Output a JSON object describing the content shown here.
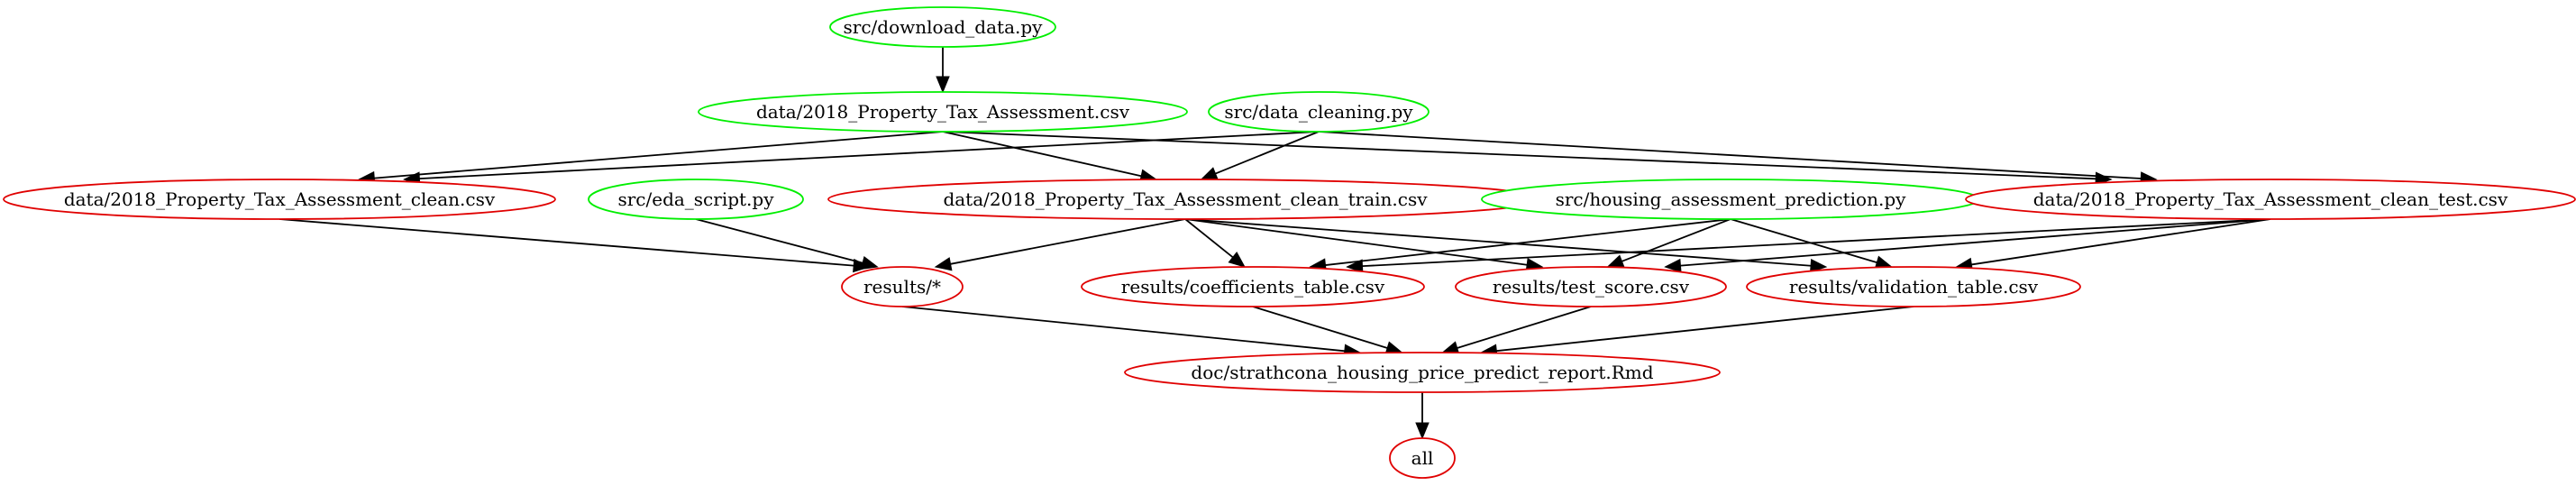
{
  "colors": {
    "source_script": "#00ee00",
    "artifact": "#e00000",
    "edge": "#000000",
    "background": "#ffffff"
  },
  "nodes": [
    {
      "id": "download",
      "label": "src/download_data.py",
      "kind": "source_script"
    },
    {
      "id": "raw",
      "label": "data/2018_Property_Tax_Assessment.csv",
      "kind": "artifact_green"
    },
    {
      "id": "cleaning",
      "label": "src/data_cleaning.py",
      "kind": "source_script"
    },
    {
      "id": "clean",
      "label": "data/2018_Property_Tax_Assessment_clean.csv",
      "kind": "artifact"
    },
    {
      "id": "eda",
      "label": "src/eda_script.py",
      "kind": "source_script"
    },
    {
      "id": "train",
      "label": "data/2018_Property_Tax_Assessment_clean_train.csv",
      "kind": "artifact"
    },
    {
      "id": "predict",
      "label": "src/housing_assessment_prediction.py",
      "kind": "source_script"
    },
    {
      "id": "test",
      "label": "data/2018_Property_Tax_Assessment_clean_test.csv",
      "kind": "artifact"
    },
    {
      "id": "results",
      "label": "results/*",
      "kind": "artifact"
    },
    {
      "id": "coef",
      "label": "results/coefficients_table.csv",
      "kind": "artifact"
    },
    {
      "id": "score",
      "label": "results/test_score.csv",
      "kind": "artifact"
    },
    {
      "id": "valid",
      "label": "results/validation_table.csv",
      "kind": "artifact"
    },
    {
      "id": "report",
      "label": "doc/strathcona_housing_price_predict_report.Rmd",
      "kind": "artifact"
    },
    {
      "id": "all",
      "label": "all",
      "kind": "artifact"
    }
  ],
  "edges": [
    [
      "download",
      "raw"
    ],
    [
      "raw",
      "clean"
    ],
    [
      "raw",
      "train"
    ],
    [
      "raw",
      "test"
    ],
    [
      "cleaning",
      "clean"
    ],
    [
      "cleaning",
      "train"
    ],
    [
      "cleaning",
      "test"
    ],
    [
      "clean",
      "results"
    ],
    [
      "eda",
      "results"
    ],
    [
      "train",
      "results"
    ],
    [
      "train",
      "coef"
    ],
    [
      "train",
      "score"
    ],
    [
      "train",
      "valid"
    ],
    [
      "predict",
      "coef"
    ],
    [
      "predict",
      "score"
    ],
    [
      "predict",
      "valid"
    ],
    [
      "test",
      "coef"
    ],
    [
      "test",
      "score"
    ],
    [
      "test",
      "valid"
    ],
    [
      "results",
      "report"
    ],
    [
      "coef",
      "report"
    ],
    [
      "score",
      "report"
    ],
    [
      "valid",
      "report"
    ],
    [
      "report",
      "all"
    ]
  ]
}
